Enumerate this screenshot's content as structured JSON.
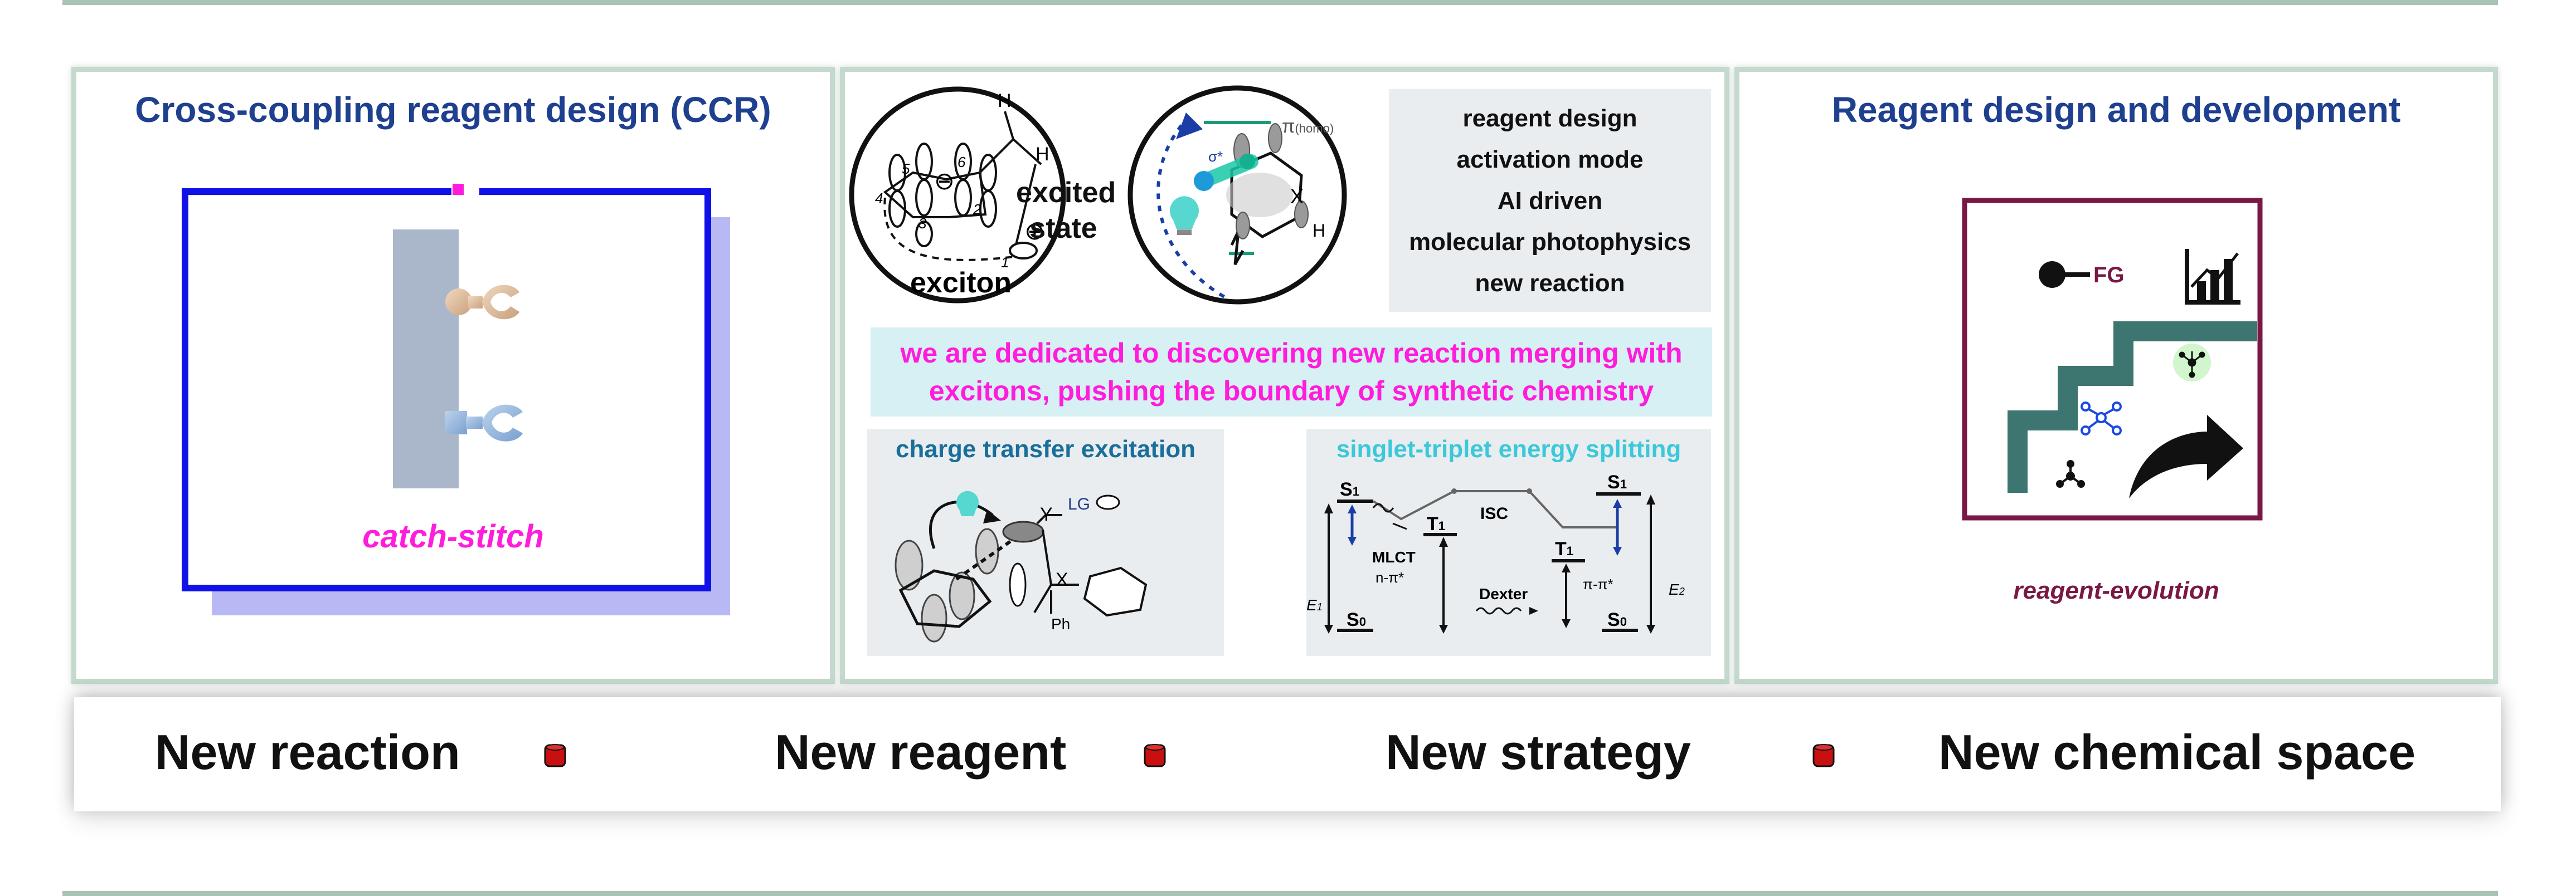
{
  "colors": {
    "title_blue": "#1f3f8f",
    "magenta": "#ff1cdc",
    "dark_red": "#7a1845",
    "cyan": "#3cc8d8",
    "teal_title": "#1a6e9a",
    "panel_border": "#c5d9cc",
    "frame_blue": "#1010e8",
    "shadow_violet": "#b8b8f5",
    "stair_teal": "#3d7570",
    "gray_box": "#e9edf0",
    "banner": "#d7f0f3",
    "dot_red": "#c81010"
  },
  "left_panel": {
    "title": "Cross-coupling reagent design (CCR)",
    "caption": "catch-stitch",
    "icons": [
      "catch-ligand-icon",
      "stitch-ligand-icon"
    ]
  },
  "center_panel": {
    "exciton": {
      "label": "exciton",
      "atom_labels": [
        "5",
        "6",
        "4",
        "2",
        "3",
        "1"
      ],
      "h_labels": [
        "H",
        "H"
      ],
      "charges": [
        "⊖",
        "⊕"
      ]
    },
    "excited_state": {
      "line1": "excited",
      "line2": "state",
      "sigma_label": "σ*",
      "pi_label": "π",
      "pi_sub": "(homo)",
      "x_label": "X",
      "h_label": "H"
    },
    "topics": [
      "reagent design",
      "activation mode",
      "AI driven",
      "molecular photophysics",
      "new reaction"
    ],
    "banner": {
      "line1": "we are dedicated to discovering new reaction merging with",
      "line2": "excitons, pushing the boundary of synthetic chemistry"
    },
    "ct_box": {
      "title": "charge transfer excitation",
      "y_label": "Y",
      "lg_label": "LG",
      "x_label": "X",
      "ph_label": "Ph"
    },
    "st_box": {
      "title": "singlet-triplet energy splitting",
      "s1": "S",
      "s1_sub": "1",
      "t1": "T",
      "t1_sub": "1",
      "s0": "S",
      "s0_sub": "0",
      "isc": "ISC",
      "mlct": "MLCT",
      "n_pi": "n-π*",
      "dexter": "Dexter",
      "pi_pi": "π-π*",
      "e1": "E",
      "e1_sub": "1",
      "e2": "E",
      "e2_sub": "2"
    }
  },
  "right_panel": {
    "title": "Reagent design and development",
    "fg_label": "FG",
    "caption": "reagent-evolution",
    "icons": [
      "bar-chart-icon",
      "molecule-icon",
      "curved-arrow-icon"
    ]
  },
  "bottom_bar": {
    "items": [
      "New reaction",
      "New reagent",
      "New strategy",
      "New chemical space"
    ]
  }
}
